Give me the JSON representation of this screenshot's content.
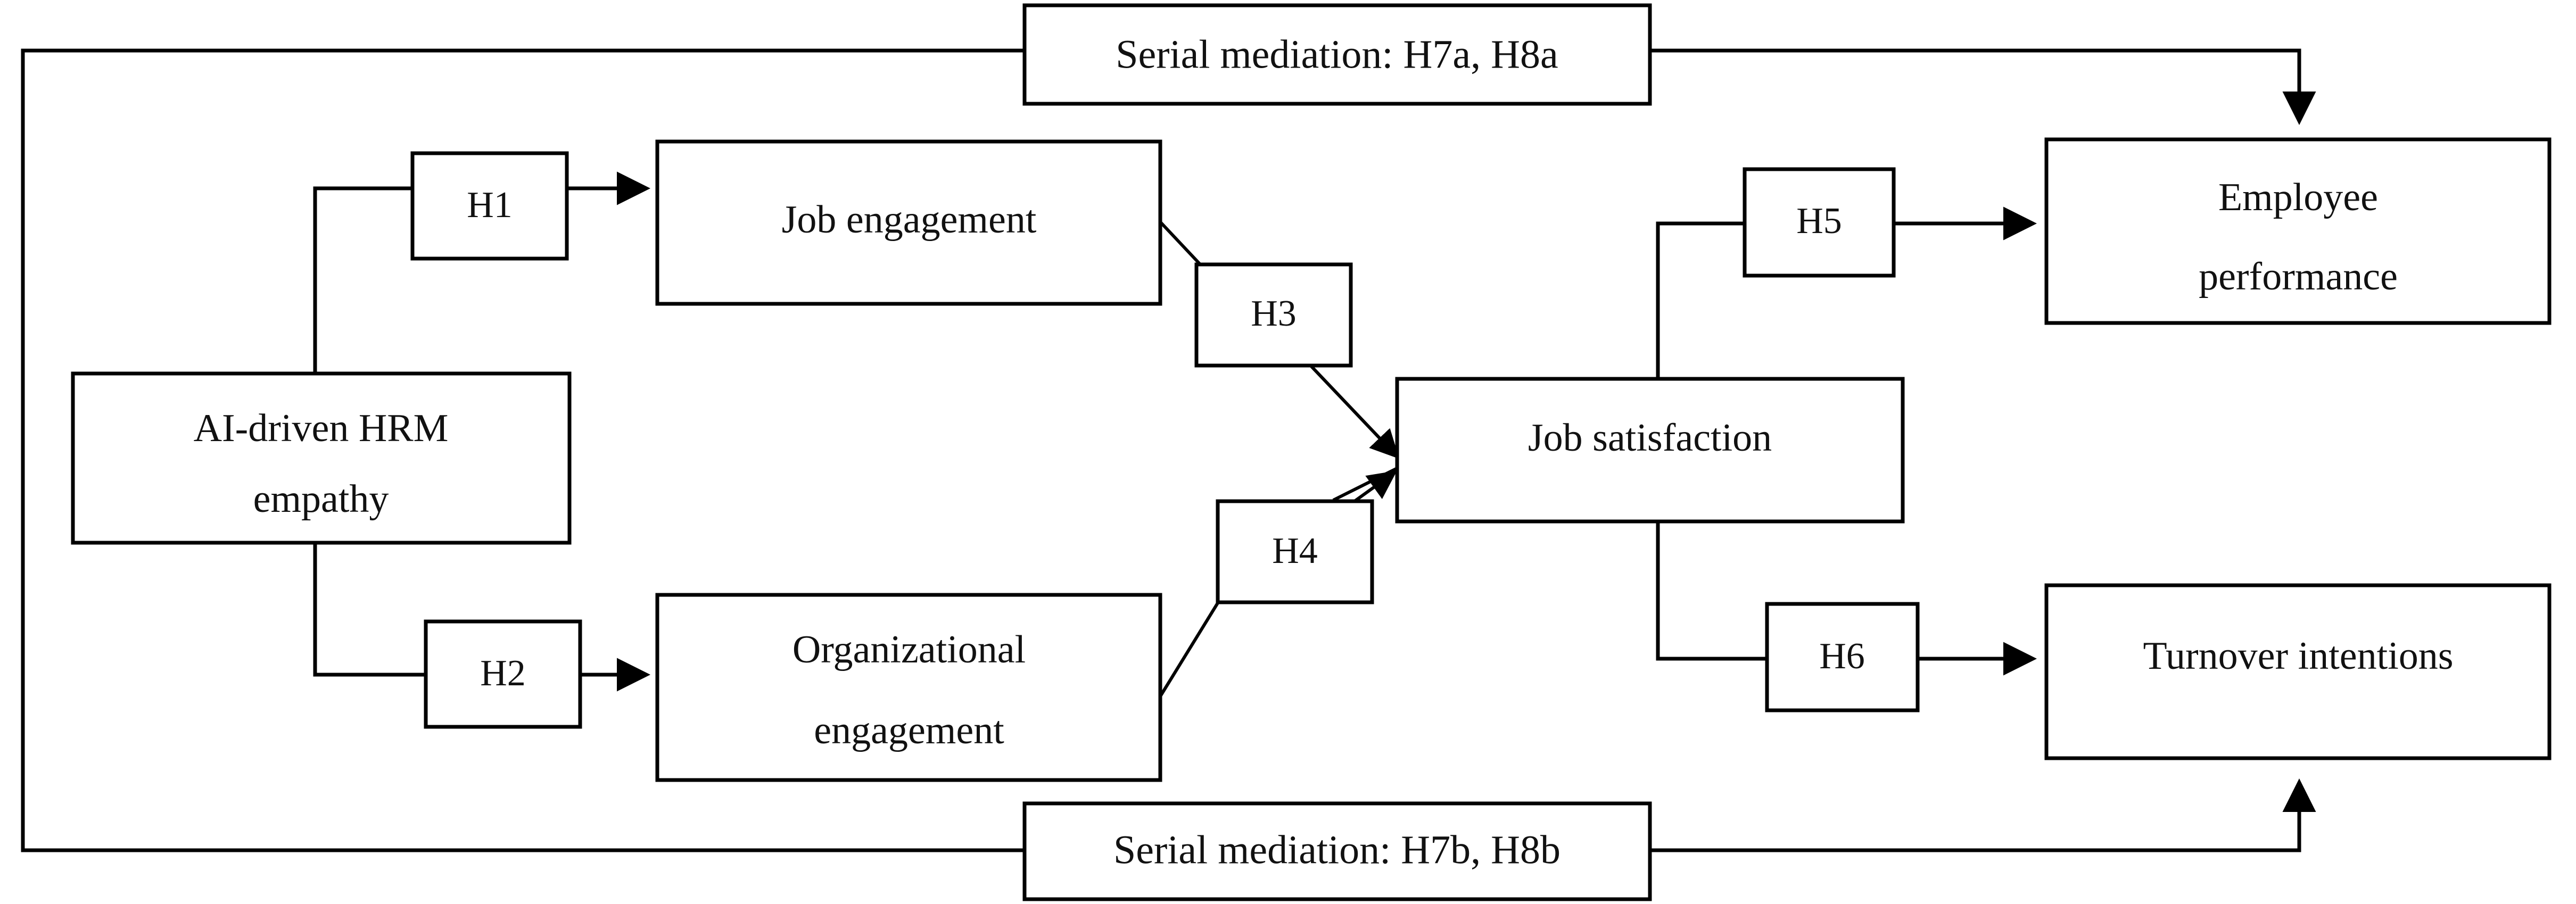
{
  "diagram": {
    "type": "research-model-path-diagram",
    "background_color": "#ffffff",
    "line_color": "#000000",
    "text_color": "#111111",
    "nodes": [
      {
        "id": "ai_hrm_empathy",
        "line1": "AI-driven HRM",
        "line2": "empathy"
      },
      {
        "id": "job_engagement",
        "line1": "Job engagement",
        "line2": ""
      },
      {
        "id": "organizational_engagement",
        "line1": "Organizational",
        "line2": "engagement"
      },
      {
        "id": "job_satisfaction",
        "line1": "Job satisfaction",
        "line2": ""
      },
      {
        "id": "employee_performance",
        "line1": "Employee",
        "line2": "performance"
      },
      {
        "id": "turnover_intentions",
        "line1": "Turnover intentions",
        "line2": ""
      }
    ],
    "hypotheses": [
      {
        "id": "h1",
        "label": "H1",
        "from": "ai_hrm_empathy",
        "to": "job_engagement"
      },
      {
        "id": "h2",
        "label": "H2",
        "from": "ai_hrm_empathy",
        "to": "organizational_engagement"
      },
      {
        "id": "h3",
        "label": "H3",
        "from": "job_engagement",
        "to": "job_satisfaction"
      },
      {
        "id": "h4",
        "label": "H4",
        "from": "organizational_engagement",
        "to": "job_satisfaction"
      },
      {
        "id": "h5",
        "label": "H5",
        "from": "job_satisfaction",
        "to": "employee_performance"
      },
      {
        "id": "h6",
        "label": "H6",
        "from": "job_satisfaction",
        "to": "turnover_intentions"
      }
    ],
    "bands": [
      {
        "id": "serial_top",
        "label": "Serial mediation: H7a, H8a",
        "from": "ai_hrm_empathy",
        "to": "employee_performance"
      },
      {
        "id": "serial_bottom",
        "label": "Serial mediation: H7b, H8b",
        "from": "ai_hrm_empathy",
        "to": "turnover_intentions"
      }
    ]
  }
}
